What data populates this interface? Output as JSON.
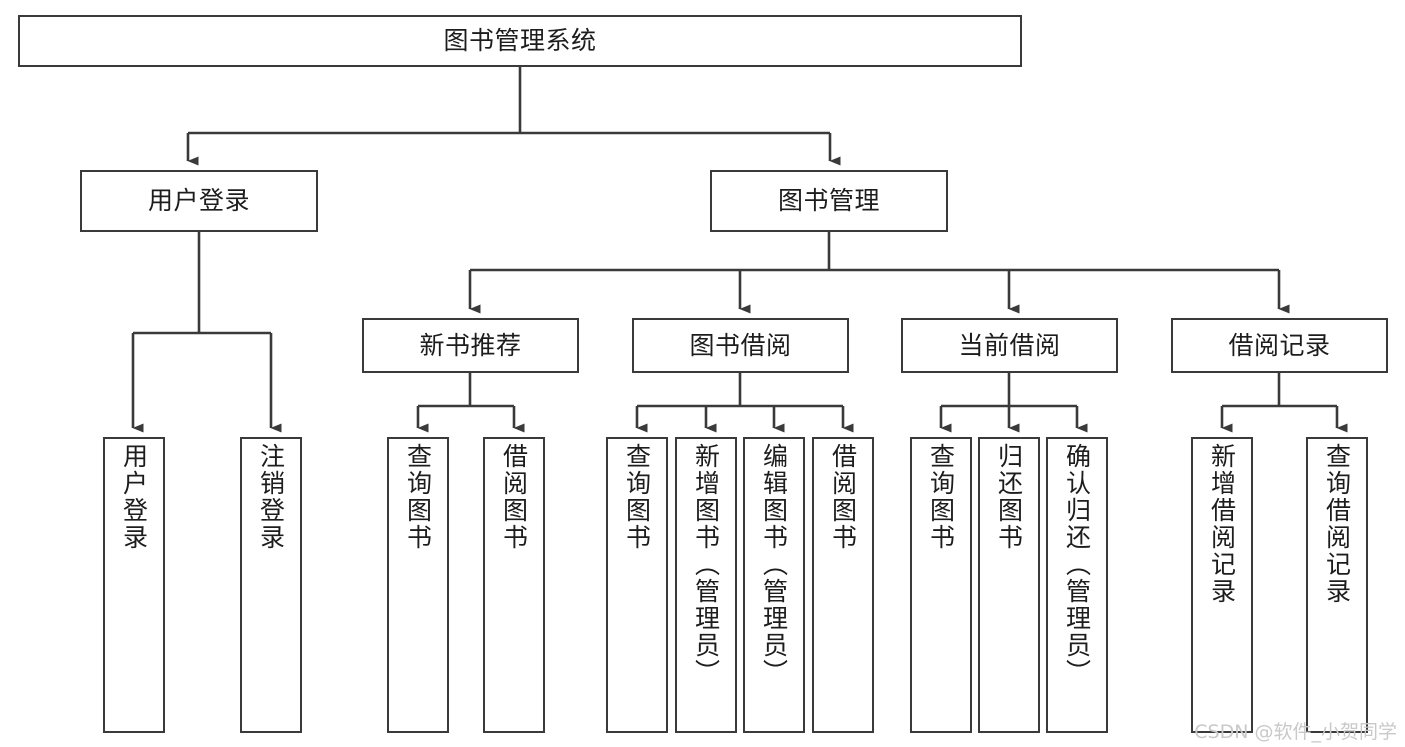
{
  "diagram": {
    "type": "tree-hierarchy",
    "title": "图书管理系统",
    "stroke_color": "#3a3a3a",
    "text_color": "#1d1d1d",
    "background": "#ffffff",
    "levels": [
      {
        "level": 0,
        "nodes": [
          {
            "id": "root",
            "label": "图书管理系统",
            "orientation": "horizontal"
          }
        ]
      },
      {
        "level": 1,
        "nodes": [
          {
            "id": "login",
            "label": "用户登录",
            "orientation": "horizontal",
            "parent": "root"
          },
          {
            "id": "bookmgmt",
            "label": "图书管理",
            "orientation": "horizontal",
            "parent": "root"
          }
        ]
      },
      {
        "level": 2,
        "nodes": [
          {
            "id": "newbook",
            "label": "新书推荐",
            "orientation": "horizontal",
            "parent": "bookmgmt"
          },
          {
            "id": "borrow",
            "label": "图书借阅",
            "orientation": "horizontal",
            "parent": "bookmgmt"
          },
          {
            "id": "current",
            "label": "当前借阅",
            "orientation": "horizontal",
            "parent": "bookmgmt"
          },
          {
            "id": "records",
            "label": "借阅记录",
            "orientation": "horizontal",
            "parent": "bookmgmt"
          }
        ]
      },
      {
        "level": 3,
        "nodes": [
          {
            "id": "leaf1",
            "label": "用户登录",
            "orientation": "vertical",
            "parent": "login"
          },
          {
            "id": "leaf2",
            "label": "注销登录",
            "orientation": "vertical",
            "parent": "login"
          },
          {
            "id": "leaf3",
            "label": "查询图书",
            "orientation": "vertical",
            "parent": "newbook"
          },
          {
            "id": "leaf4",
            "label": "借阅图书",
            "orientation": "vertical",
            "parent": "newbook"
          },
          {
            "id": "leaf5",
            "label": "查询图书",
            "orientation": "vertical",
            "parent": "borrow"
          },
          {
            "id": "leaf6",
            "label": "新增图书（管理员）",
            "orientation": "vertical",
            "parent": "borrow"
          },
          {
            "id": "leaf7",
            "label": "编辑图书（管理员）",
            "orientation": "vertical",
            "parent": "borrow"
          },
          {
            "id": "leaf8",
            "label": "借阅图书",
            "orientation": "vertical",
            "parent": "borrow"
          },
          {
            "id": "leaf9",
            "label": "查询图书",
            "orientation": "vertical",
            "parent": "current"
          },
          {
            "id": "leaf10",
            "label": "归还图书",
            "orientation": "vertical",
            "parent": "current"
          },
          {
            "id": "leaf11",
            "label": "确认归还（管理员）",
            "orientation": "vertical",
            "parent": "current"
          },
          {
            "id": "leaf12",
            "label": "新增借阅记录",
            "orientation": "vertical",
            "parent": "records"
          },
          {
            "id": "leaf13",
            "label": "查询借阅记录",
            "orientation": "vertical",
            "parent": "records"
          }
        ]
      }
    ]
  },
  "watermark": {
    "text": "CSDN @软件_小贺同学"
  }
}
